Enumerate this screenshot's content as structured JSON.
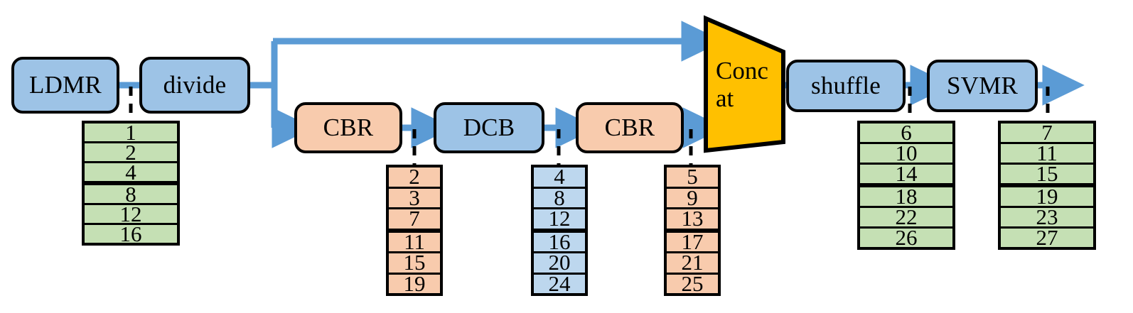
{
  "diagram": {
    "title": "LDMR divide / CBR-DCB-CBR / Concat / shuffle / SVMR pipeline",
    "colors": {
      "node_blue": "#9dc3e6",
      "node_orange": "#f8cbad",
      "concat_yellow": "#ffc000",
      "table_green": "#c5e0b4",
      "table_orange": "#f8cbad",
      "table_blue": "#bdd7ee",
      "arrow_blue": "#5b9bd5",
      "outline_black": "#000000"
    },
    "nodes": [
      {
        "id": "ldmr",
        "label": "LDMR",
        "shape": "rounded-rect",
        "fill": "blue"
      },
      {
        "id": "divide",
        "label": "divide",
        "shape": "rounded-rect",
        "fill": "blue"
      },
      {
        "id": "cbr1",
        "label": "CBR",
        "shape": "rounded-rect",
        "fill": "orange"
      },
      {
        "id": "dcb",
        "label": "DCB",
        "shape": "rounded-rect",
        "fill": "blue"
      },
      {
        "id": "cbr2",
        "label": "CBR",
        "shape": "rounded-rect",
        "fill": "orange"
      },
      {
        "id": "concat",
        "label": "Conc at",
        "label_line1": "Conc",
        "label_line2": "at",
        "shape": "trapezoid",
        "fill": "yellow"
      },
      {
        "id": "shuffle",
        "label": "shuffle",
        "shape": "rounded-rect",
        "fill": "blue"
      },
      {
        "id": "svmr",
        "label": "SVMR",
        "shape": "rounded-rect",
        "fill": "blue"
      }
    ],
    "tables": [
      {
        "id": "table-ldmr",
        "source_node": "ldmr",
        "fill": "green",
        "values": [
          "1",
          "2",
          "4",
          "8",
          "12",
          "16"
        ],
        "thick_divider_after_row": 3
      },
      {
        "id": "table-cbr1",
        "source_node": "cbr1",
        "fill": "orange",
        "values": [
          "2",
          "3",
          "7",
          "11",
          "15",
          "19"
        ],
        "thick_divider_after_row": 3
      },
      {
        "id": "table-dcb",
        "source_node": "dcb",
        "fill": "blue",
        "values": [
          "4",
          "8",
          "12",
          "16",
          "20",
          "24"
        ],
        "thick_divider_after_row": 3
      },
      {
        "id": "table-cbr2",
        "source_node": "cbr2",
        "fill": "orange",
        "values": [
          "5",
          "9",
          "13",
          "17",
          "21",
          "25"
        ],
        "thick_divider_after_row": 3
      },
      {
        "id": "table-shuffle",
        "source_node": "shuffle",
        "fill": "green",
        "values": [
          "6",
          "10",
          "14",
          "18",
          "22",
          "26"
        ],
        "thick_divider_after_row": 3
      },
      {
        "id": "table-svmr",
        "source_node": "svmr",
        "fill": "green",
        "values": [
          "7",
          "11",
          "15",
          "19",
          "23",
          "27"
        ],
        "thick_divider_after_row": 3
      }
    ]
  }
}
